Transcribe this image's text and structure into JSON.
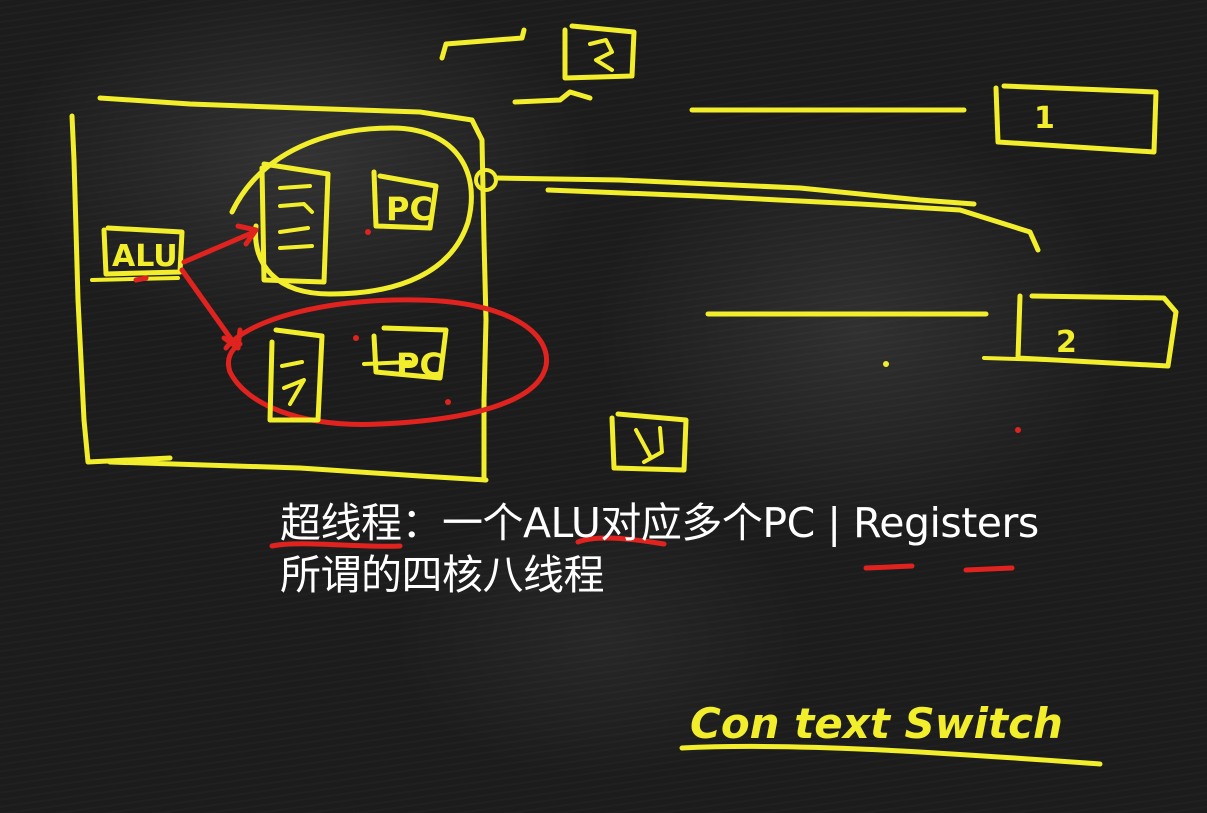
{
  "labels": {
    "alu": "ALU",
    "pc_top": "PC",
    "pc_bottom": "PC",
    "box_1": "1",
    "box_2": "2",
    "handwriting": "Con text Switch"
  },
  "captions": {
    "line1": "超线程：一个ALU对应多个PC | Registers",
    "line2": "所谓的四核八线程"
  },
  "colors": {
    "chalk_yellow": "#f3ee2c",
    "chalk_red": "#e0231f",
    "board": "#1c1c1c",
    "text": "#ffffff"
  }
}
